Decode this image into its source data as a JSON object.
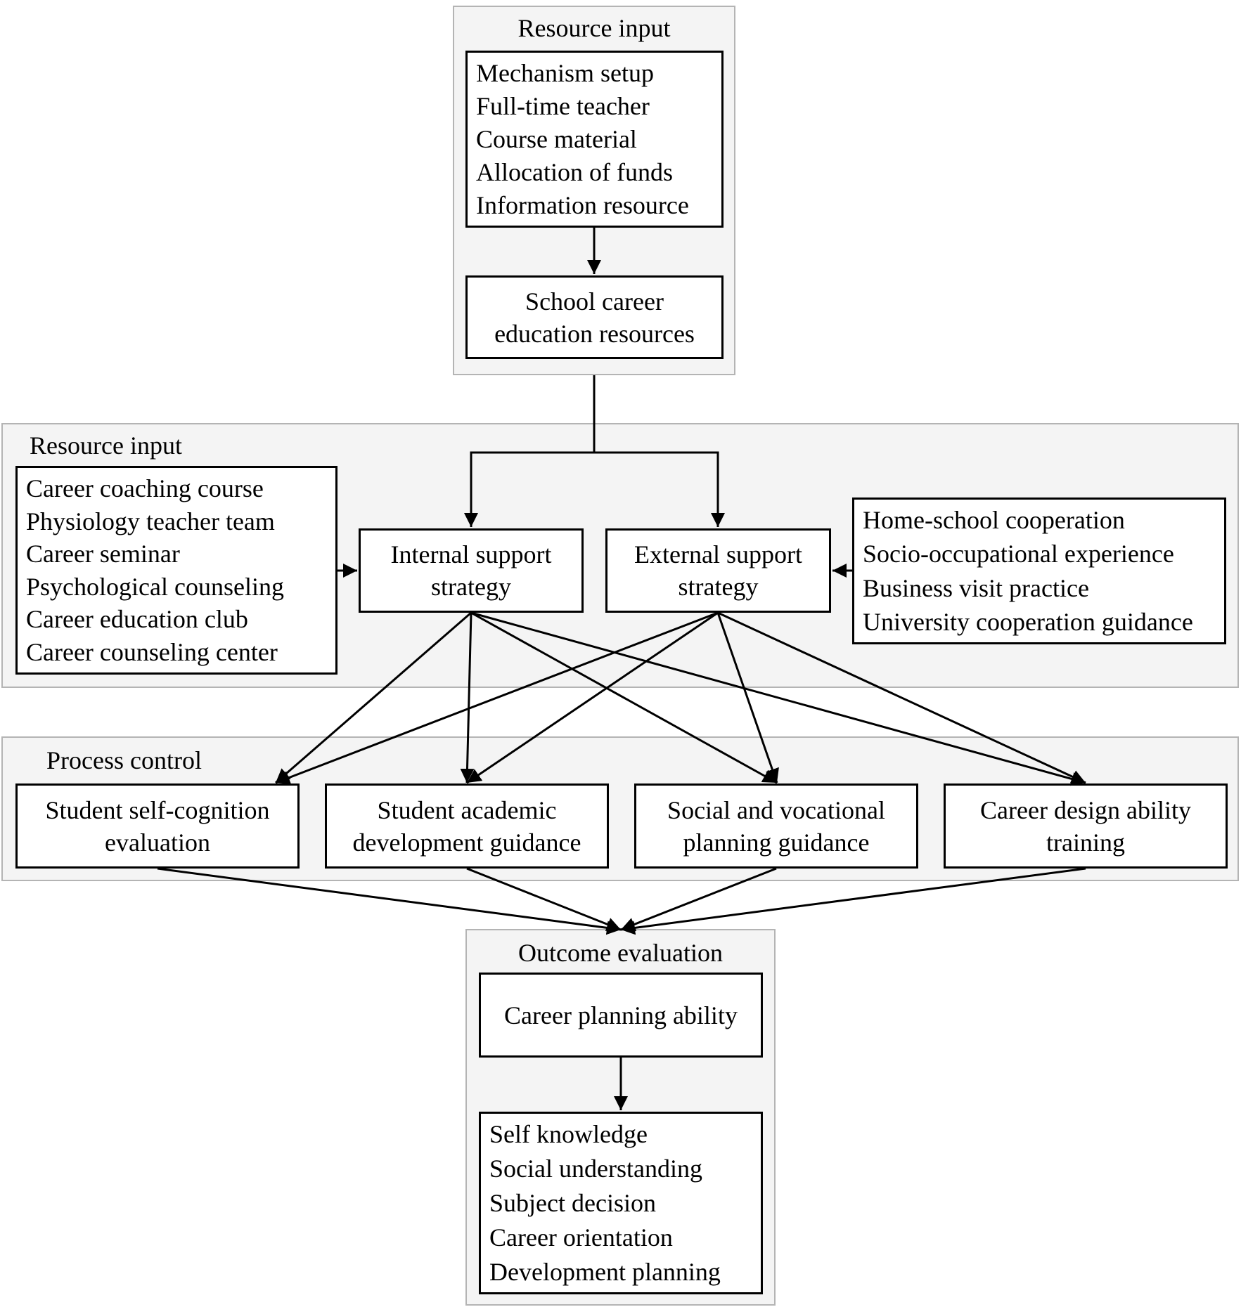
{
  "stage1": {
    "title": "Resource input",
    "resource_list": [
      "Mechanism setup",
      "Full-time teacher",
      "Course material",
      "Allocation of funds",
      "Information resource"
    ],
    "school_resources": [
      "School career",
      "education resources"
    ]
  },
  "stage2": {
    "title": "Resource input",
    "internal_list": [
      "Career coaching course",
      "Physiology teacher team",
      "Career seminar",
      "Psychological counseling",
      "Career education club",
      "Career counseling center"
    ],
    "internal_strategy": [
      "Internal support",
      "strategy"
    ],
    "external_strategy": [
      "External support",
      "strategy"
    ],
    "external_list": [
      "Home-school cooperation",
      "Socio-occupational experience",
      "Business visit practice",
      "University cooperation guidance"
    ]
  },
  "stage3": {
    "title": "Process control",
    "nodes": [
      [
        "Student self-cognition",
        "evaluation"
      ],
      [
        "Student academic",
        "development guidance"
      ],
      [
        "Social and vocational",
        "planning guidance"
      ],
      [
        "Career design ability",
        "training"
      ]
    ]
  },
  "stage4": {
    "title": "Outcome evaluation",
    "ability": "Career planning ability",
    "ability_list": [
      "Self knowledge",
      "Social understanding",
      "Subject decision",
      "Career orientation",
      "Development planning"
    ]
  }
}
